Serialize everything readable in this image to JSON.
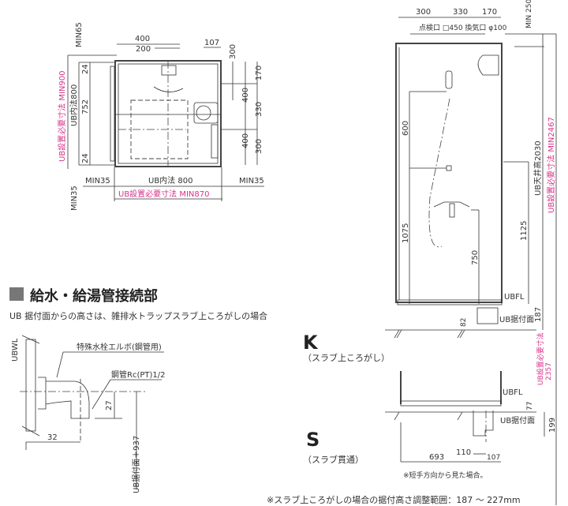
{
  "plan": {
    "min65": "MIN65",
    "d400": "400",
    "d200": "200",
    "d107": "107",
    "d300_top": "300",
    "d24_top": "24",
    "d24_bottom": "24",
    "d752": "752",
    "ub_inner_800_v": "UB内法800",
    "ub_required_900": "UB設置必要寸法 MIN900",
    "r170": "170",
    "r400a": "400",
    "r330": "330",
    "r400b": "400",
    "r300": "300",
    "min35_left": "MIN35",
    "ub_inner_800_h": "UB内法 800",
    "min35_right": "MIN35",
    "ub_required_870": "UB設置必要寸法 MIN870",
    "min35_bottom": "MIN35"
  },
  "section": {
    "title": "給水・給湯管接続部",
    "subtitle": "UB 据付面からの高さは、雑排水トラップスラブ上ころがしの場合",
    "ubwl": "UBWL",
    "elbow_label": "特殊水栓エルボ(鋼管用)",
    "pipe_label": "鋼管Rc(PT)1/2",
    "d27": "27",
    "d32": "32",
    "height_label": "UB据付面＋937"
  },
  "elevation": {
    "t300": "300",
    "t330": "330",
    "t170": "170",
    "openings": "点検口 □450 換気口 φ100",
    "min250": "MIN 250",
    "d600": "600",
    "d1075": "1075",
    "d750": "750",
    "d1125": "1125",
    "ceiling": "UB天井高2030",
    "required_2467": "UB設置必要寸法 MIN2467",
    "ubfl": "UBFL",
    "d187": "187",
    "mount_face": "UB据付面",
    "d82": "82"
  },
  "type_k": {
    "letter": "K",
    "desc": "（スラブ上ころがし）"
  },
  "type_s": {
    "letter": "S",
    "desc": "（スラブ貫通）",
    "ubfl": "UBFL",
    "d77": "77",
    "mount_face": "UB据付面",
    "d199": "199",
    "required_2357_a": "UB設置必要寸法",
    "required_2357_b": "2357",
    "d693": "693",
    "d110": "110",
    "d107": "107",
    "note": "※短手方向から見た場合。"
  },
  "footer_note": "※スラブ上ころがしの場合の据付高さ調整範囲：187 ～ 227mm",
  "colors": {
    "required_dimension": "#d6338a",
    "line": "#333333"
  }
}
